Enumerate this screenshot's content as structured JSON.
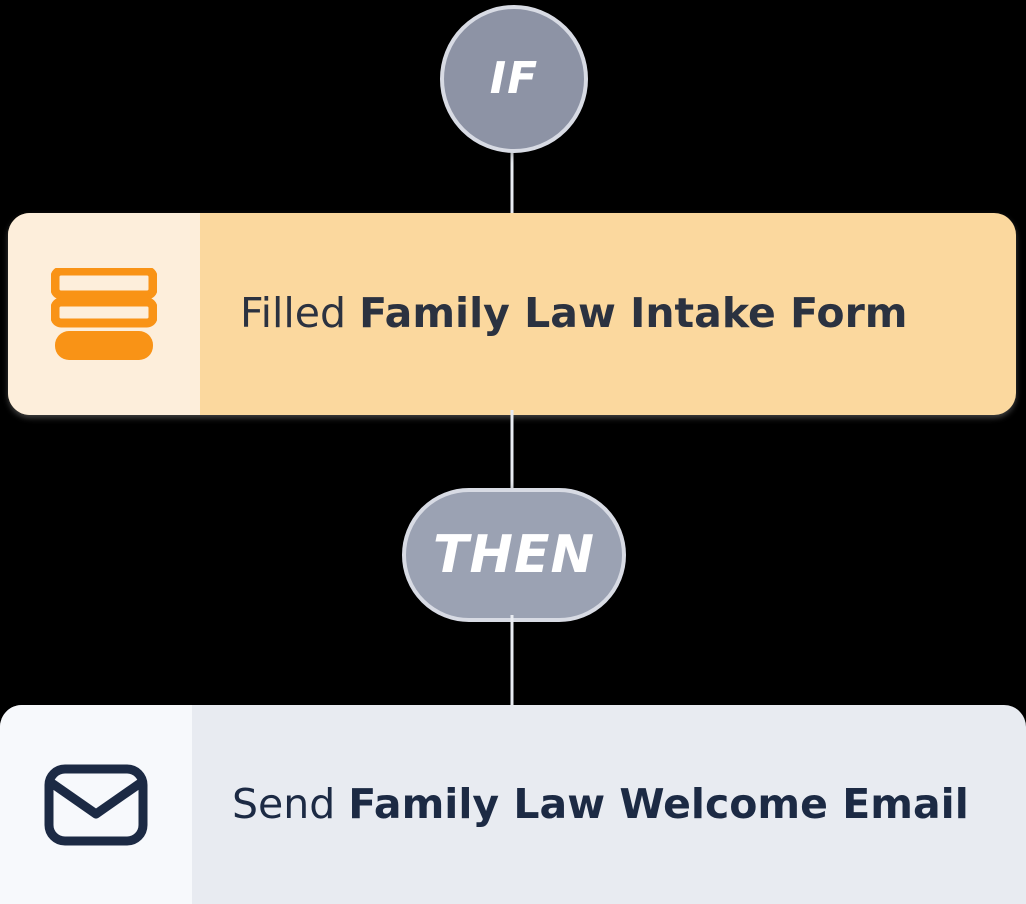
{
  "flow": {
    "condition_node": {
      "label": "IF",
      "icon": "if-circle",
      "color": "#8d93a5",
      "border_color": "#d8dbe4"
    },
    "action_node": {
      "label": "THEN",
      "icon": "then-pill",
      "color": "#9ba2b3",
      "border_color": "#d8dbe4"
    },
    "trigger_card": {
      "icon": "form-icon",
      "icon_color": "#f99316",
      "background": "#fbd89e",
      "icon_pane_background": "#fdeedb",
      "text_prefix": "Filled ",
      "text_strong": "Family Law Intake Form"
    },
    "action_card": {
      "icon": "envelope-icon",
      "icon_color": "#1c2a44",
      "background": "#e8ebf1",
      "icon_pane_background": "#f7f9fc",
      "text_prefix": "Send ",
      "text_strong": "Family Law Welcome Email"
    },
    "connector_color": "#e9ecf2"
  }
}
